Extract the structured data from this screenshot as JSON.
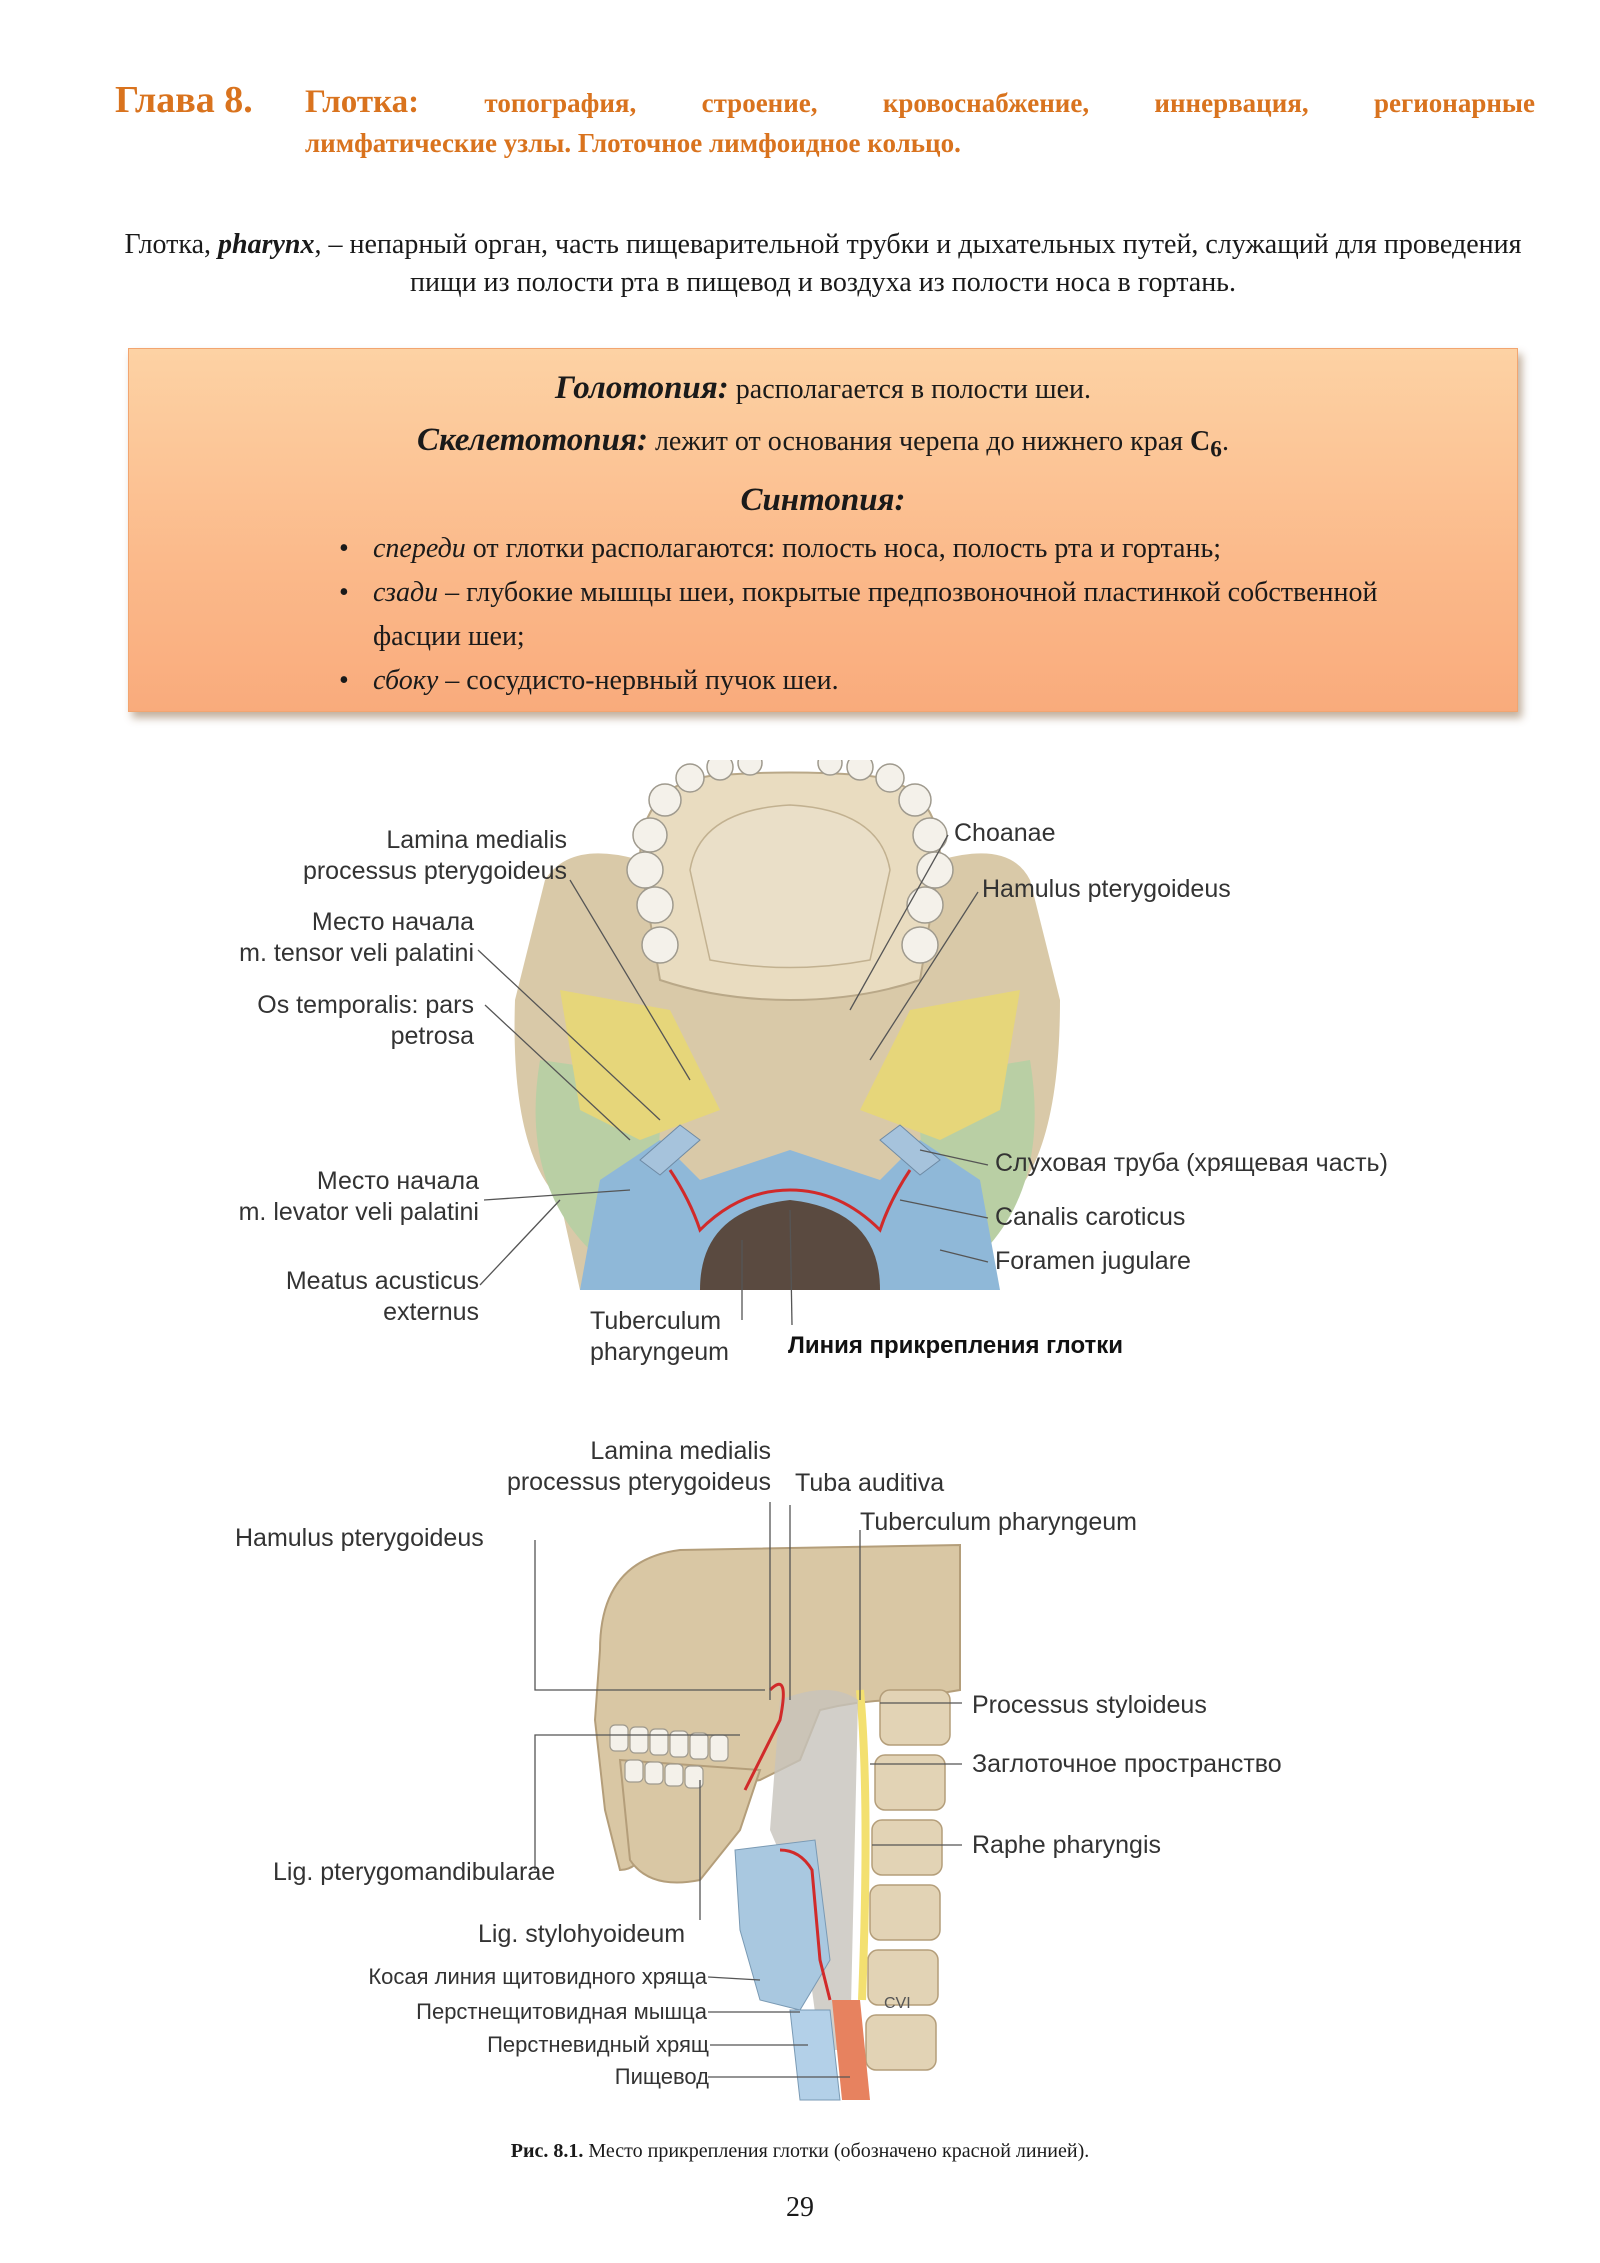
{
  "chapter": {
    "number": "Глава 8.",
    "title_main": "Глотка:",
    "title_rest": "топография, строение, кровоснабжение, иннервация, регионарные",
    "title_line2": "лимфатические узлы. Глоточное лимфоидное кольцо."
  },
  "intro": {
    "pre": "Глотка, ",
    "term": "pharynx",
    "rest": ", – непарный орган, часть пищеварительной трубки и дыхательных путей, служащий для проведения пищи из полости рта в пищевод и воздуха из полости носа в гортань."
  },
  "box": {
    "holotopy_label": "Голотопия:",
    "holotopy_text": " располагается в полости шеи.",
    "skeletotopy_label": "Скелетотопия:",
    "skeletotopy_text": " лежит от основания черепа до нижнего края ",
    "skeletotopy_c": "C",
    "skeletotopy_sub": "6",
    "skeletotopy_end": ".",
    "syntopy_label": "Синтопия:",
    "items": [
      {
        "lead": "спереди",
        "text": " от глотки располагаются: полость носа, полость рта и гортань;"
      },
      {
        "lead": "сзади",
        "text": " – глубокие мышцы шеи, покрытые предпозвоночной пластинкой собственной фасции шеи;"
      },
      {
        "lead": "сбоку",
        "text": " – сосудисто-нервный пучок шеи."
      }
    ]
  },
  "figure_top": {
    "labels": {
      "lamina_a": "Lamina medialis",
      "lamina_b": "processus pterygoideus",
      "tensor_a": "Место начала",
      "tensor_b": "m. tensor veli palatini",
      "ostemp_a": "Os temporalis: pars",
      "ostemp_b": "petrosa",
      "levator_a": "Место начала",
      "levator_b": "m. levator veli palatini",
      "meatus_a": "Meatus acusticus",
      "meatus_b": "externus",
      "tuberculum_a": "Tuberculum",
      "tuberculum_b": "pharyngeum",
      "line": "Линия прикрепления глотки",
      "choanae": "Choanae",
      "hamulus": "Hamulus pterygoideus",
      "tuba": "Слуховая труба (хрящевая часть)",
      "caroticus": "Canalis caroticus",
      "jugulare": "Foramen jugulare"
    }
  },
  "figure_bottom": {
    "labels": {
      "lamina_a": "Lamina medialis",
      "lamina_b": "processus pterygoideus",
      "tuba": "Tuba auditiva",
      "tuberculum": "Tuberculum pharyngeum",
      "hamulus": "Hamulus pterygoideus",
      "styloideus": "Processus styloideus",
      "zaglot": "Заглоточное пространство",
      "raphe": "Raphe pharyngis",
      "ptmand": "Lig. pterygomandibularae",
      "stylohy": "Lig. stylohyoideum",
      "kosaya": "Косая линия щитовидного хряща",
      "perstshch": "Перстнещитовидная мышца",
      "perstn": "Перстневидный хрящ",
      "pishchevod": "Пищевод",
      "cvi": "CVI"
    }
  },
  "caption": {
    "label": "Рис. 8.1.",
    "text": " Место прикрепления глотки (обозначено красной линией)."
  },
  "page_number": "29"
}
